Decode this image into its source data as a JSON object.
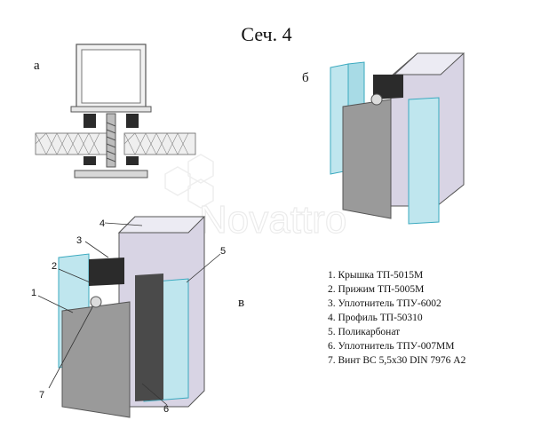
{
  "title": "Сеч. 4",
  "views": {
    "a": "а",
    "b": "б",
    "v": "в"
  },
  "watermark": "Novattro",
  "callouts": [
    "1",
    "2",
    "3",
    "4",
    "5",
    "6",
    "7"
  ],
  "legend": [
    "1. Крышка ТП-5015М",
    "2. Прижим ТП-5005М",
    "3. Уплотнитель ТПУ-6002",
    "4. Профиль ТП-50310",
    "5. Поликарбонат",
    "6. Уплотнитель ТПУ-007ММ",
    "7. Винт ВС 5,5х30 DIN 7976 А2"
  ],
  "colors": {
    "glass": "#bfe6ee",
    "glass_edge": "#3aa9bf",
    "profile": "#d8d4e4",
    "cover": "#9a9a9a",
    "seal": "#2b2b2b"
  }
}
